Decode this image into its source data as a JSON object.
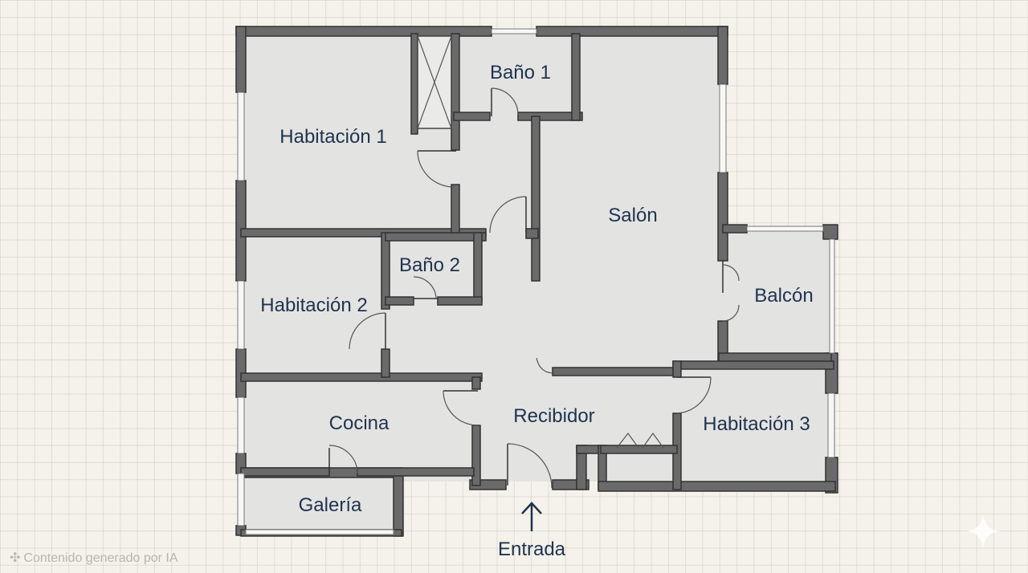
{
  "rooms": {
    "habitacion1": "Habitación 1",
    "bano1": "Baño 1",
    "salon": "Salón",
    "bano2": "Baño 2",
    "habitacion2": "Habitación 2",
    "balcon": "Balcón",
    "recibidor": "Recibidor",
    "habitacion3": "Habitación 3",
    "cocina": "Cocina",
    "galeria": "Galería"
  },
  "entrance_label": "Entrada",
  "watermark": {
    "text": "Contenido generado por IA",
    "icon": "ai-sparkle-icon"
  },
  "colors": {
    "label": "#1f3350",
    "wall": "#6a6a6a",
    "floor": "#e3e3e1",
    "background": "#f4f2ea"
  }
}
